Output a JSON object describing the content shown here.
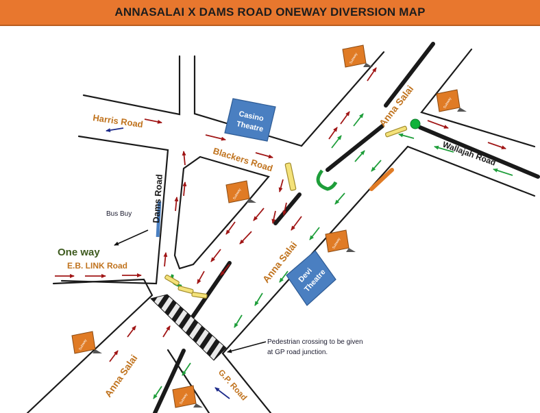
{
  "title": "ANNASALAI X DAMS ROAD ONEWAY DIVERSION MAP",
  "colors": {
    "title_bar": "#e8772e",
    "road_label": "#c0731e",
    "arrow_red": "#a01515",
    "arrow_green": "#1e9e3a",
    "arrow_blue": "#1c2a8a",
    "box_blue": "#4a7fc1",
    "subway_orange": "#e07b25",
    "road_line": "#1a1a1a"
  },
  "roads": {
    "harris": "Harris Road",
    "blackers": "Blackers Road",
    "dams": "Dams Road",
    "anna_salai_top": "Anna Salai",
    "anna_salai_mid": "Anna Salai",
    "anna_salai_bottom": "Anna Salai",
    "wallajah": "Wallajah Road",
    "eb_link": "E.B. LINK Road",
    "gp": "G.P. Road",
    "one_way": "One way"
  },
  "landmarks": {
    "casino_line1": "Casino",
    "casino_line2": "Theatre",
    "devi_line1": "Devi",
    "devi_line2": "Theatre",
    "bus_bay": "Bus Buy",
    "subway": "Subway"
  },
  "notes": {
    "pedestrian_line1": "Pedestrian crossing to be given",
    "pedestrian_line2": "at GP road junction."
  }
}
